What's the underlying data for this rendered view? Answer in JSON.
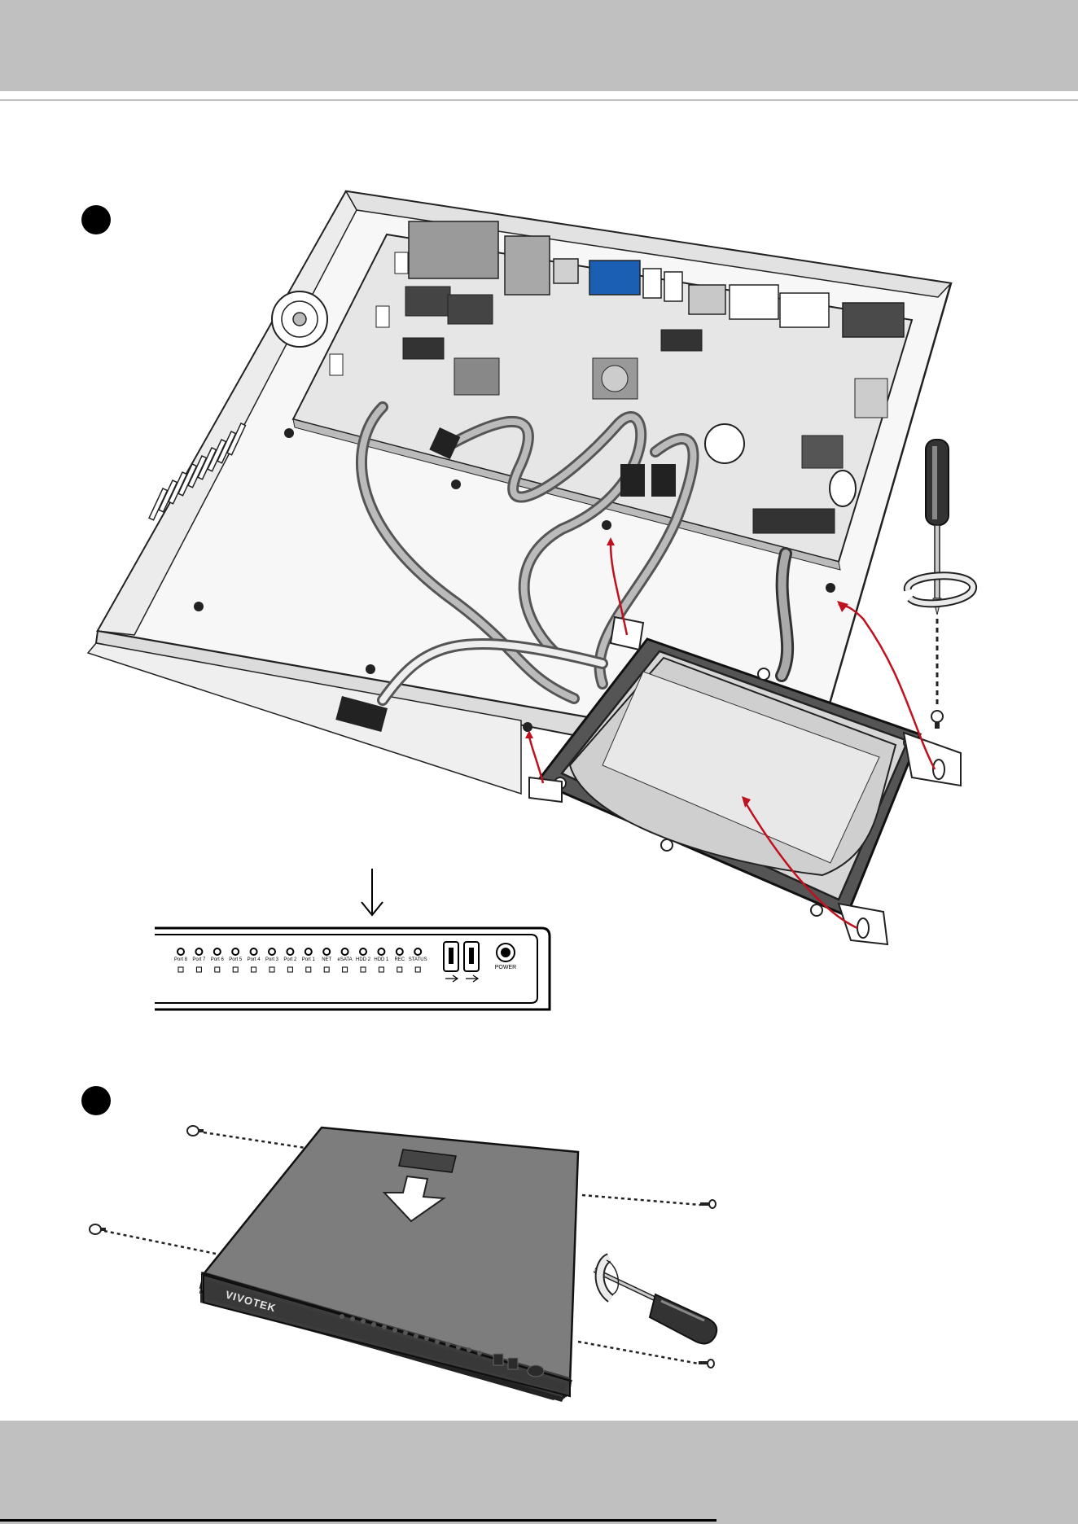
{
  "front_panel": {
    "led_labels": [
      "Port 8",
      "Port 7",
      "Port 6",
      "Port 5",
      "Port 4",
      "Port 3",
      "Port 2",
      "Port 1",
      "NET",
      "eSATA",
      "HDD 2",
      "HDD 1",
      "REC",
      "STATUS"
    ],
    "power_label": "POWER"
  },
  "unit": {
    "logo": "VIVOTEK"
  },
  "colors": {
    "band": "#c0c0c0",
    "arrow_red": "#c0121e",
    "cover_gray": "#7d7d7d",
    "board_gray": "#e6e6e6"
  },
  "icons": {
    "usb": "usb-icon",
    "screwdriver": "screwdriver-icon",
    "rotation": "rotation-arrow-icon"
  }
}
